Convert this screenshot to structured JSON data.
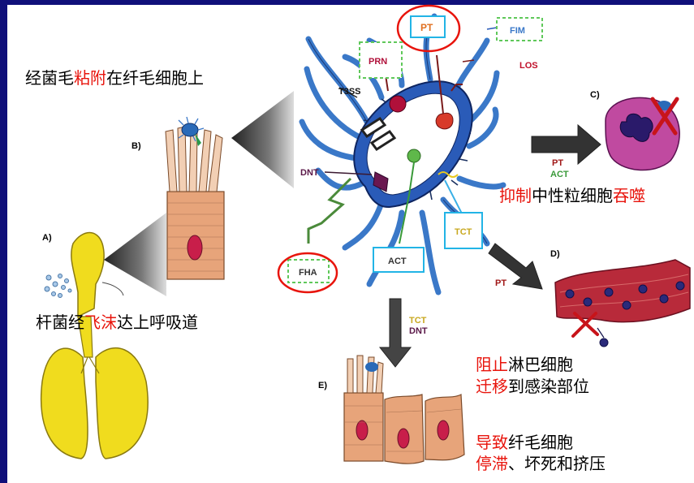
{
  "panels": {
    "a": "A)",
    "b": "B)",
    "c": "C)",
    "d": "D)",
    "e": "E)"
  },
  "labels": {
    "pt_top": "PT",
    "fim": "FIM",
    "prn": "PRN",
    "los": "LOS",
    "t3ss": "T3SS",
    "dnt": "DNT",
    "fha": "FHA",
    "act": "ACT",
    "tct": "TCT",
    "c_pt": "PT",
    "c_act": "ACT",
    "d_pt": "PT",
    "e_tct": "TCT",
    "e_dnt": "DNT"
  },
  "captions": {
    "adhesion": {
      "pre": "经菌毛",
      "hl": "粘附",
      "post": "在纤毛细胞上"
    },
    "droplet": {
      "pre": "杆菌经",
      "hl": "飞沫",
      "post": "达上呼吸道"
    },
    "phago": {
      "hl1": "抑制",
      "mid": "中性粒细胞",
      "hl2": "吞噬"
    },
    "lymph_1": {
      "hl": "阻止",
      "post": "淋巴细胞"
    },
    "lymph_2": {
      "hl": "迁移",
      "post": "到感染部位"
    },
    "cilia_1": {
      "hl": "导致",
      "post": "纤毛细胞"
    },
    "cilia_2": {
      "hl": "停滞",
      "post": "、坏死和挤压"
    }
  },
  "colors": {
    "background": "#10107a",
    "highlight": "#e8140c",
    "flagella": "#3a78c8",
    "box_blue": "#22b4e6",
    "box_green": "#5fc85a",
    "lung": "#f0dc1e",
    "tissue": "#e7a47a"
  }
}
